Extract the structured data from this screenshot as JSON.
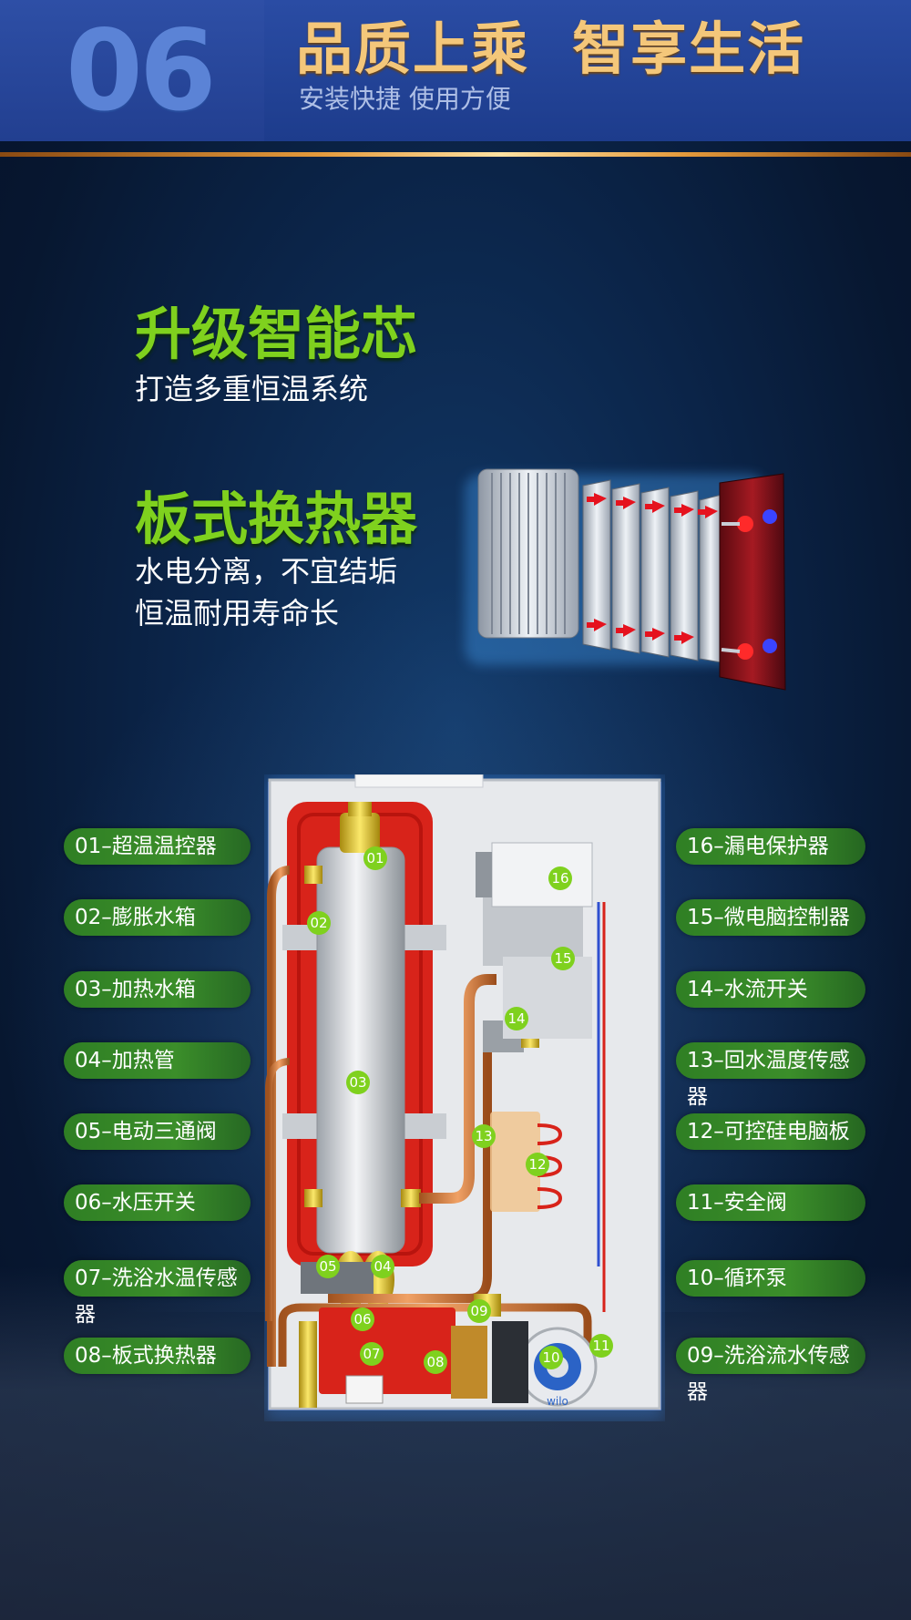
{
  "header": {
    "number": "06",
    "title": "品质上乘  智享生活",
    "subtitle": "安装快捷 使用方便"
  },
  "feature1": {
    "title": "升级智能芯",
    "line1": "打造多重恒温系统"
  },
  "feature2": {
    "title": "板式换热器",
    "line1": "水电分离，不宜结垢",
    "line2": "恒温耐用寿命长"
  },
  "labels_left": [
    "01–超温温控器",
    "02–膨胀水箱",
    "03–加热水箱",
    "04–加热管",
    "05–电动三通阀",
    "06–水压开关",
    "07–洗浴水温传感器",
    "08–板式换热器"
  ],
  "labels_right": [
    "16–漏电保护器",
    "15–微电脑控制器",
    "14–水流开关",
    "13–回水温度传感器",
    "12–可控硅电脑板",
    "11–安全阀",
    "10–循环泵",
    "09–洗浴流水传感器"
  ],
  "markers": [
    "01",
    "02",
    "03",
    "04",
    "05",
    "06",
    "07",
    "08",
    "09",
    "10",
    "11",
    "12",
    "13",
    "14",
    "15",
    "16"
  ],
  "pump_brand": "wilo",
  "colors": {
    "accent_green": "#7fd11e",
    "label_green": "#3b8e2a",
    "header_blue": "#2a4ca4",
    "title_gold": "#f4c77a",
    "tank_red": "#d8231a"
  }
}
